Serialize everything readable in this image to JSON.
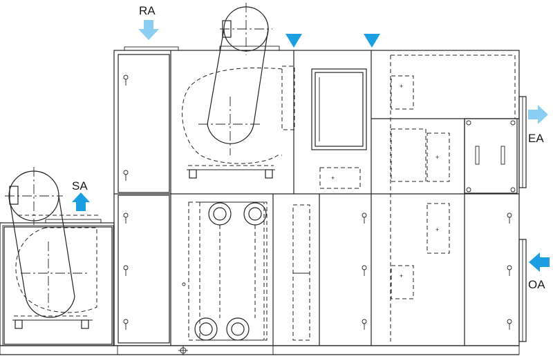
{
  "labels": {
    "ra": "RA",
    "sa": "SA",
    "ea": "EA",
    "oa": "OA"
  },
  "colors": {
    "ra_arrow": "#8ccdf2",
    "sa_arrow": "#1b9fe0",
    "ea_arrow": "#8ccdf2",
    "oa_arrow": "#1b9fe0",
    "markers": "#1b9fe0",
    "lines": "#222222"
  },
  "icons": {
    "ra": "arrow-down-icon",
    "sa": "arrow-up-icon",
    "ea": "arrow-right-icon",
    "oa": "arrow-left-icon",
    "markers": "triangle-down-icon"
  }
}
